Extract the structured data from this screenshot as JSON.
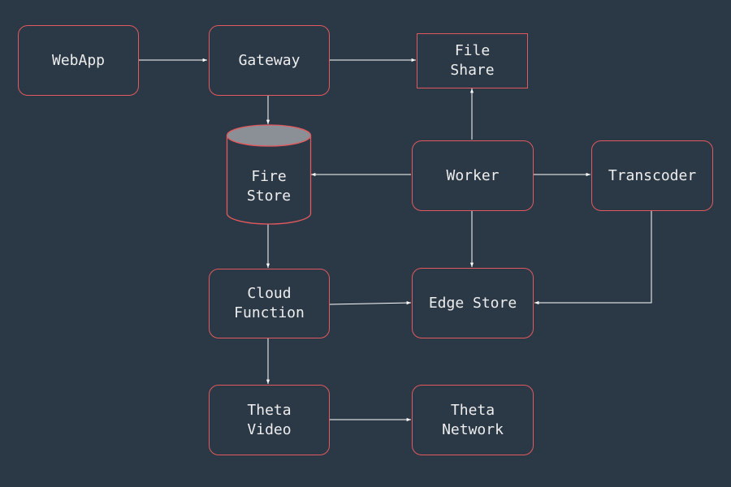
{
  "colors": {
    "background": "#2b3845",
    "node_border": "#e25a5f",
    "edge": "#ffffff",
    "text": "#eeeeee",
    "cylinder_top": "#8a9095"
  },
  "nodes": {
    "webapp": "WebApp",
    "gateway": "Gateway",
    "file_share": "File\nShare",
    "fire_store": "Fire\nStore",
    "worker": "Worker",
    "transcoder": "Transcoder",
    "cloud_function": "Cloud\nFunction",
    "edge_store": "Edge Store",
    "theta_video": "Theta\nVideo",
    "theta_network": "Theta\nNetwork"
  },
  "edges": [
    {
      "from": "webapp",
      "to": "gateway"
    },
    {
      "from": "gateway",
      "to": "file_share"
    },
    {
      "from": "gateway",
      "to": "fire_store"
    },
    {
      "from": "worker",
      "to": "file_share"
    },
    {
      "from": "worker",
      "to": "fire_store"
    },
    {
      "from": "worker",
      "to": "transcoder"
    },
    {
      "from": "worker",
      "to": "edge_store"
    },
    {
      "from": "transcoder",
      "to": "edge_store"
    },
    {
      "from": "fire_store",
      "to": "cloud_function"
    },
    {
      "from": "cloud_function",
      "to": "edge_store"
    },
    {
      "from": "cloud_function",
      "to": "theta_video"
    },
    {
      "from": "theta_video",
      "to": "theta_network"
    }
  ]
}
